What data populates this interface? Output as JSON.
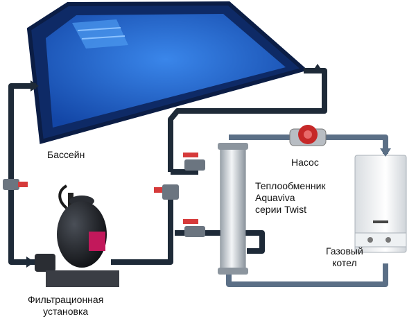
{
  "labels": {
    "pool": "Бассейн",
    "pump": "Насос",
    "heat_exchanger": [
      "Теплообменник",
      "Aquaviva",
      "серии Twist"
    ],
    "gas_boiler": [
      "Газовый",
      "котел"
    ],
    "filter_unit": [
      "Фильтрационная",
      "установка"
    ]
  },
  "colors": {
    "pool_pipe": "#1e2a38",
    "boiler_pipe": "#5b6f86",
    "water": "#1f63c8",
    "valve_handle": "#d63a3a"
  }
}
